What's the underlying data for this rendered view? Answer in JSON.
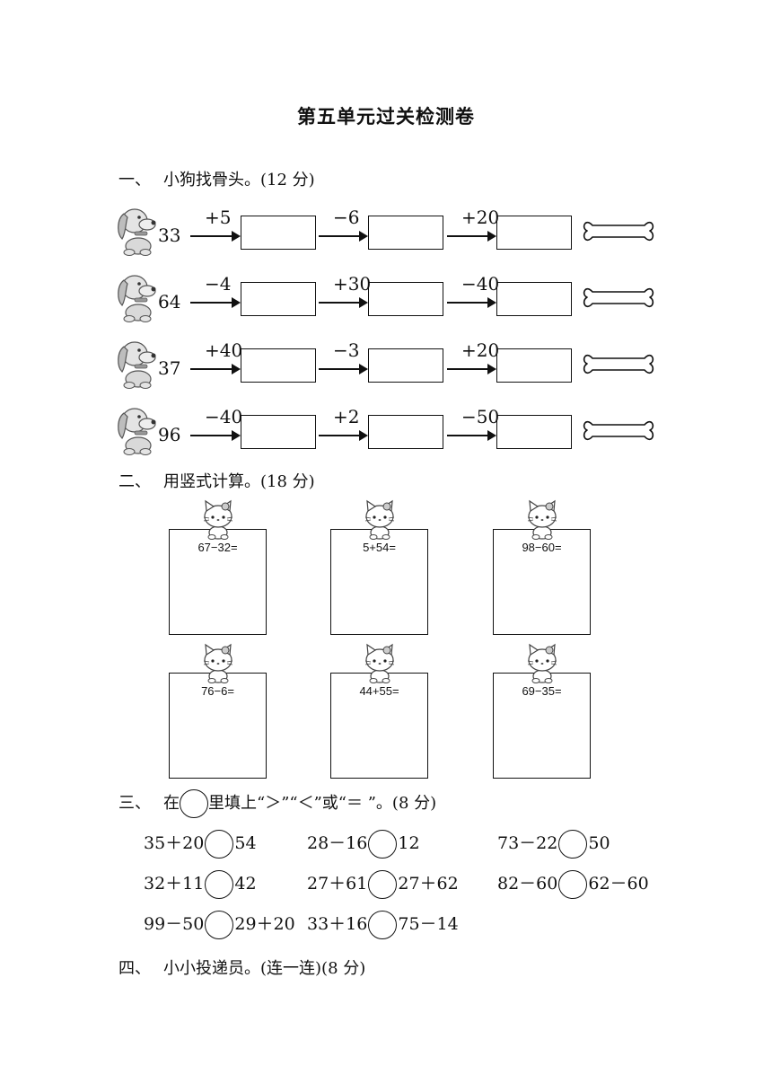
{
  "title": "第五单元过关检测卷",
  "section1": {
    "num": "一、",
    "text": "小狗找骨头。(12 分)",
    "rows": [
      {
        "start": "33",
        "ops": [
          "+5",
          "−6",
          "+20"
        ]
      },
      {
        "start": "64",
        "ops": [
          "−4",
          "+30",
          "−40"
        ]
      },
      {
        "start": "37",
        "ops": [
          "+40",
          "−3",
          "+20"
        ]
      },
      {
        "start": "96",
        "ops": [
          "−40",
          "+2",
          "−50"
        ]
      }
    ]
  },
  "section2": {
    "num": "二、",
    "text": "用竖式计算。(18 分)",
    "problems": [
      "67−32=",
      "5+54=",
      "98−60=",
      "76−6=",
      "44+55=",
      "69−35="
    ]
  },
  "section3": {
    "num": "三、",
    "text_before": "在",
    "text_after": "里填上“＞”“＜”或“＝ ”。(8 分)",
    "items": [
      {
        "left": "35＋20",
        "right": "54"
      },
      {
        "left": "28－16",
        "right": "12"
      },
      {
        "left": "73－22",
        "right": "50"
      },
      {
        "left": "32＋11",
        "right": "42"
      },
      {
        "left": "27＋61",
        "right": "27＋62"
      },
      {
        "left": "82－60",
        "right": "62－60"
      },
      {
        "left": "99－50",
        "right": "29＋20"
      },
      {
        "left": "33＋16",
        "right": "75－14"
      }
    ]
  },
  "section4": {
    "num": "四、",
    "text": "小小投递员。(连一连)(8 分)"
  }
}
